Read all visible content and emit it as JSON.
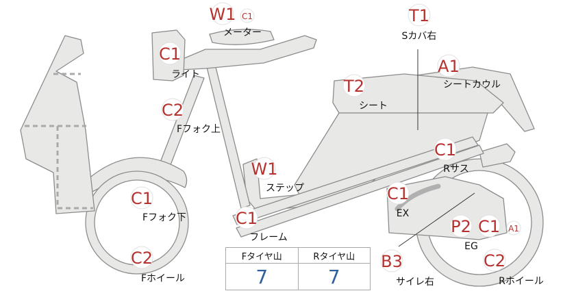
{
  "colors": {
    "part_fill": "#e8e8e6",
    "part_stroke": "#8c8c8c",
    "code_red": "#b5322f",
    "value_blue": "#2f5f9e"
  },
  "parts": {
    "meter": {
      "label": "メーター",
      "code": "W1",
      "sub": "C1"
    },
    "seat_cover_right": {
      "label": "Sカバ右",
      "code": "T1"
    },
    "light": {
      "label": "ライト",
      "code": "C1"
    },
    "seat_cowl": {
      "label": "シートカウル",
      "code": "A1"
    },
    "seat": {
      "label": "シート",
      "code": "T2"
    },
    "fork_upper": {
      "label": "Fフォク上",
      "code": "C2"
    },
    "rear_suspension": {
      "label": "Rサス",
      "code": "C1"
    },
    "step": {
      "label": "ステップ",
      "code": "W1"
    },
    "exhaust": {
      "label": "EX",
      "code": "C1"
    },
    "fork_lower": {
      "label": "Fフォク下",
      "code": "C1"
    },
    "frame": {
      "label": "フレーム",
      "code": "C1"
    },
    "engine": {
      "label": "EG",
      "code": "P2",
      "code2": "C1",
      "sub": "A1"
    },
    "front_wheel": {
      "label": "Fホイール",
      "code": "C2"
    },
    "silencer_right": {
      "label": "サイレ右",
      "code": "B3"
    },
    "rear_wheel": {
      "label": "Rホイール",
      "code": "C2"
    }
  },
  "tyre_table": {
    "front_header": "Fタイヤ山",
    "rear_header": "Rタイヤ山",
    "front_value": "7",
    "rear_value": "7"
  }
}
